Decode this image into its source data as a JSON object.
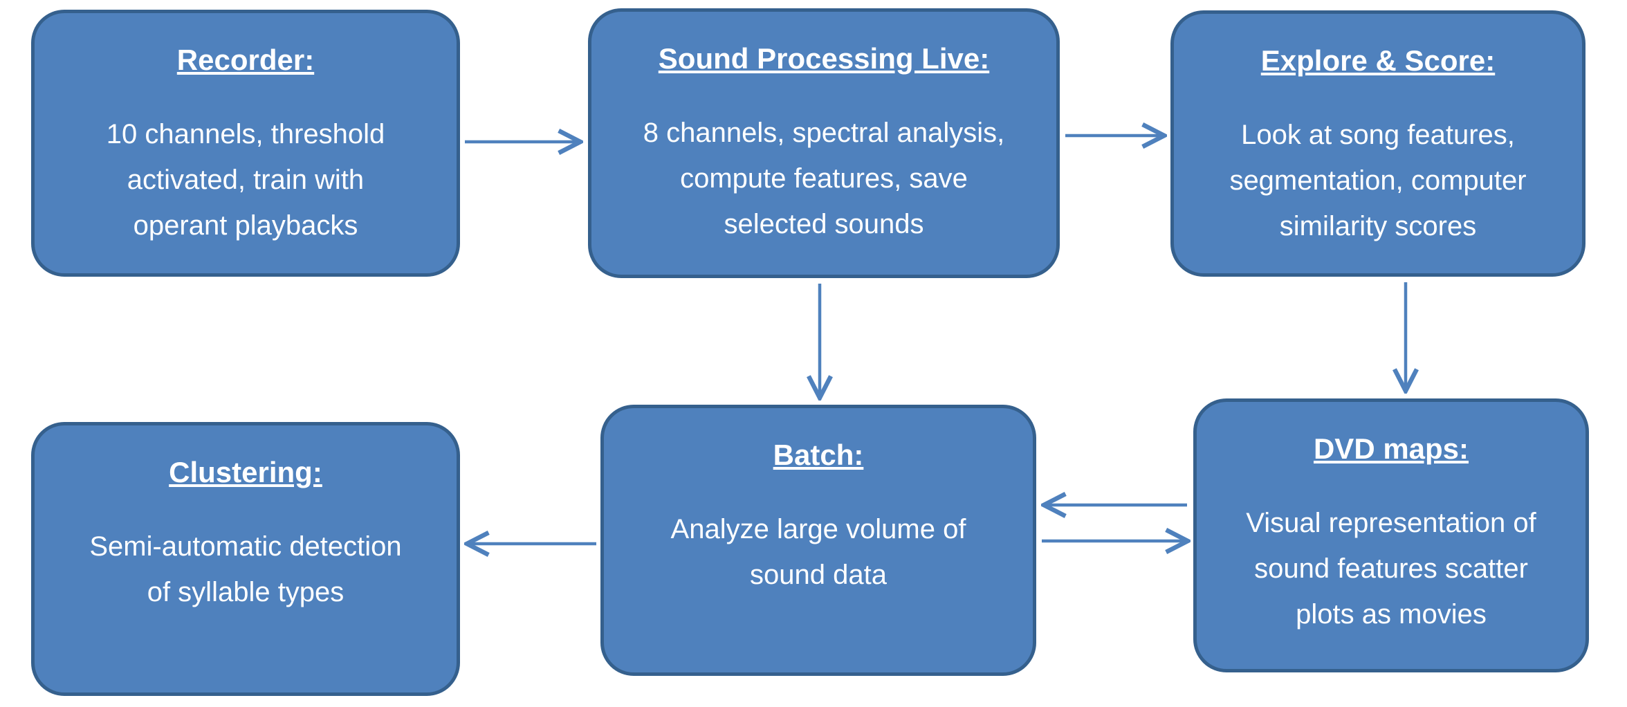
{
  "diagram": {
    "boxes": [
      {
        "id": "recorder",
        "title": "Recorder:",
        "body": [
          "10 channels, threshold",
          "activated, train with",
          "operant playbacks"
        ]
      },
      {
        "id": "sound-processing-live",
        "title": "Sound Processing Live:",
        "body": [
          "8 channels, spectral analysis,",
          "compute features, save",
          "selected sounds"
        ]
      },
      {
        "id": "explore-score",
        "title": "Explore & Score:",
        "body": [
          "Look at song features,",
          "segmentation, computer",
          "similarity scores"
        ]
      },
      {
        "id": "clustering",
        "title": "Clustering:",
        "body": [
          "Semi-automatic detection",
          "of syllable types"
        ]
      },
      {
        "id": "batch",
        "title": "Batch:",
        "body": [
          "Analyze large volume of",
          "sound data"
        ]
      },
      {
        "id": "dvd-maps",
        "title": "DVD maps:",
        "body": [
          "Visual representation of",
          "sound features scatter",
          "plots as movies"
        ]
      }
    ],
    "connections": [
      {
        "from": "recorder",
        "to": "sound-processing-live"
      },
      {
        "from": "sound-processing-live",
        "to": "explore-score"
      },
      {
        "from": "sound-processing-live",
        "to": "batch"
      },
      {
        "from": "explore-score",
        "to": "dvd-maps"
      },
      {
        "from": "dvd-maps",
        "to": "batch"
      },
      {
        "from": "batch",
        "to": "dvd-maps"
      },
      {
        "from": "batch",
        "to": "clustering"
      }
    ]
  },
  "colors": {
    "box_fill": "#4f81bd",
    "box_border": "#35608d",
    "text": "#ffffff",
    "arrow": "#4f81bd",
    "background": "#ffffff"
  }
}
